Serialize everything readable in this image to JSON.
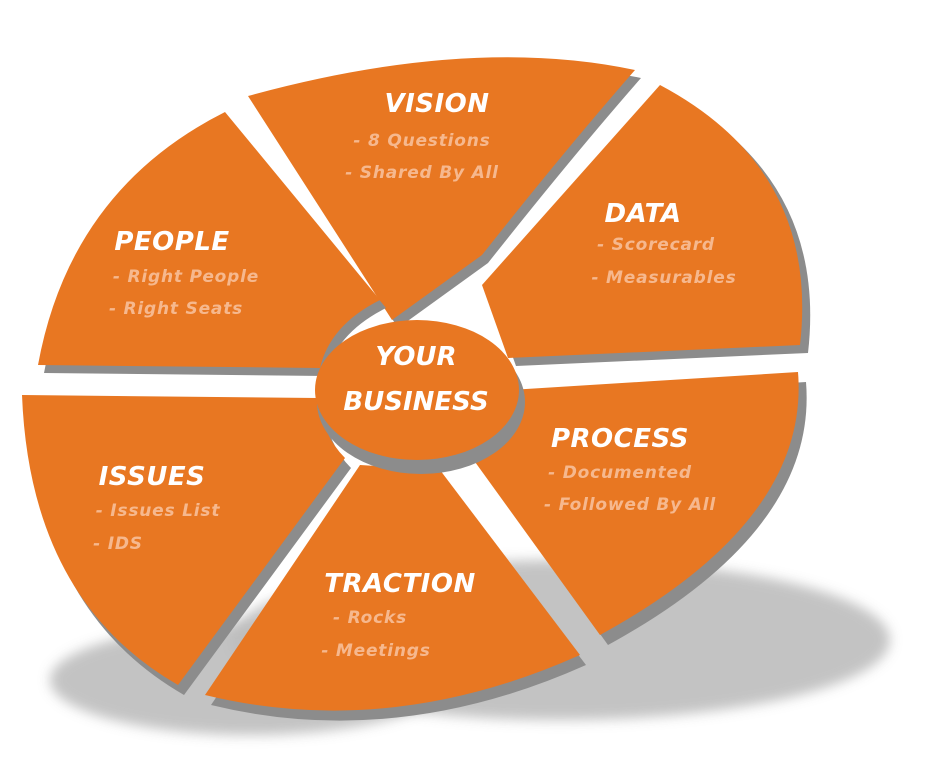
{
  "diagram": {
    "center": {
      "lines": [
        "YOUR",
        "BUSINESS"
      ]
    },
    "segments": [
      {
        "key": "vision",
        "title": "VISION",
        "items": [
          "- 8 Questions",
          "- Shared By All"
        ]
      },
      {
        "key": "data",
        "title": "DATA",
        "items": [
          "- Scorecard",
          "- Measurables"
        ]
      },
      {
        "key": "process",
        "title": "PROCESS",
        "items": [
          "- Documented",
          "- Followed By All"
        ]
      },
      {
        "key": "traction",
        "title": "TRACTION",
        "items": [
          "- Rocks",
          "- Meetings"
        ]
      },
      {
        "key": "issues",
        "title": "ISSUES",
        "items": [
          "- Issues List",
          "- IDS"
        ]
      },
      {
        "key": "people",
        "title": "PEOPLE",
        "items": [
          "- Right People",
          "- Right Seats"
        ]
      }
    ],
    "colors": {
      "segment": "#E87722",
      "side": "#8C8C8C",
      "shadow": "#BDBDBD",
      "title_text": "#FFFFFF",
      "item_text": "#F6B88E"
    }
  }
}
